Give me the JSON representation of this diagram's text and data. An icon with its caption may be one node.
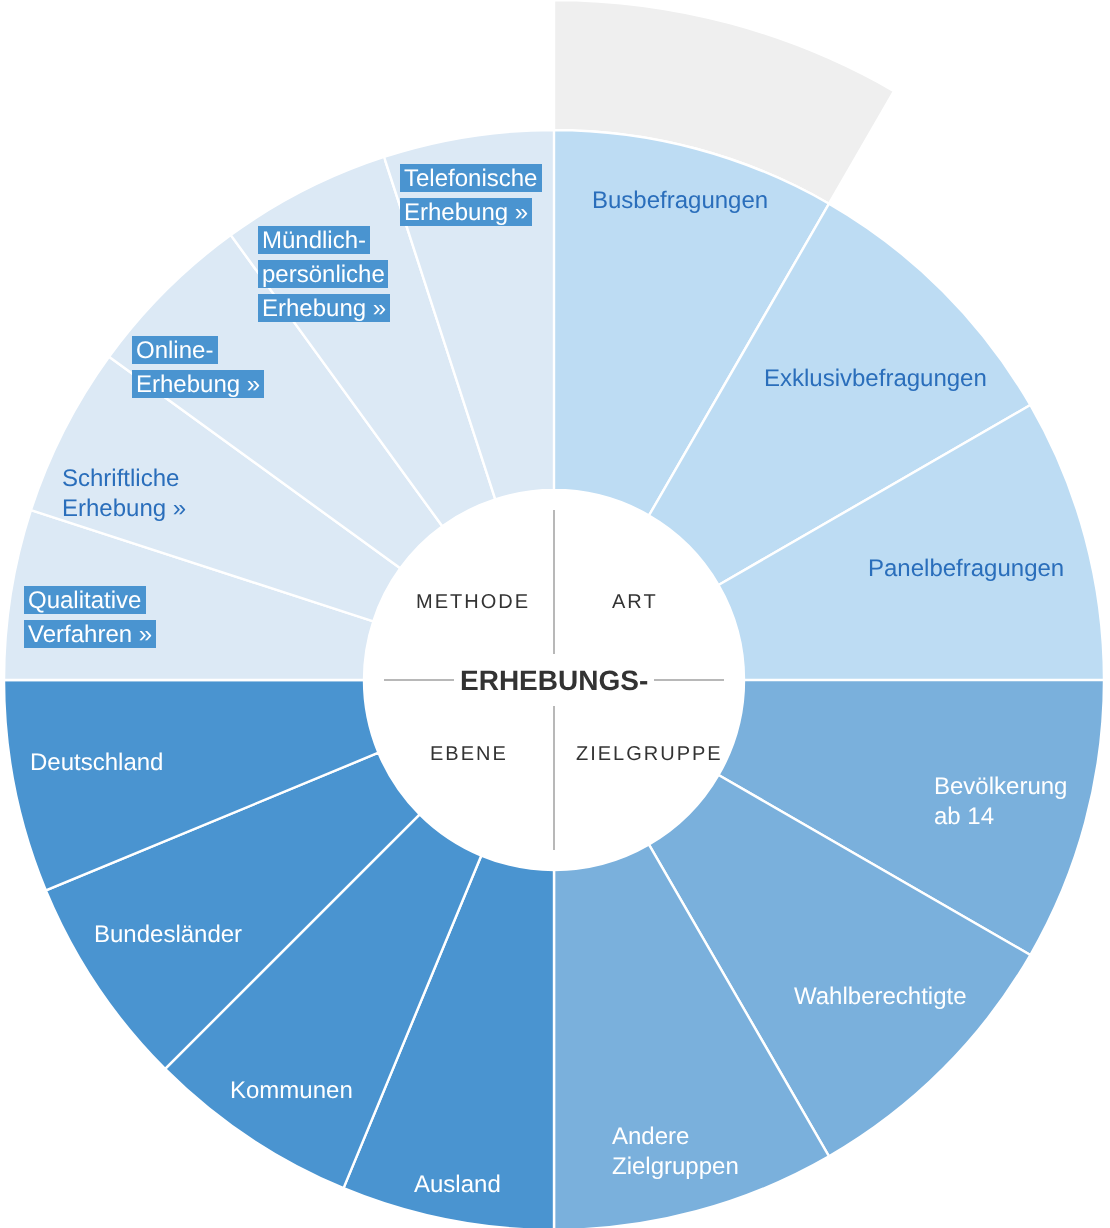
{
  "diagram": {
    "nodes": [
      {
        "text": [
          "METHODE",
          "ART",
          "ERHEBUNGS-",
          "EBENE",
          "ZIELGRUPPE"
        ]
      },
      {
        "text": [],
        "shape": "sector"
      },
      {
        "text": [
          "Busbefragungen"
        ]
      },
      {
        "text": [
          "Exklusivbefragungen"
        ]
      },
      {
        "text": [
          "Panelbefragungen"
        ]
      },
      {
        "text": [
          "Bevölkerung ab 14"
        ]
      },
      {
        "text": [
          "Wahlberechtigte"
        ]
      },
      {
        "text": [
          "Andere Zielgruppen"
        ]
      },
      {
        "text": [
          "Ausland"
        ]
      },
      {
        "text": [
          "Kommunen"
        ]
      },
      {
        "text": [
          "Bundesländer"
        ]
      },
      {
        "text": [
          "Deutschland"
        ]
      },
      {
        "text": [
          "Qualitative Verfahren »"
        ]
      },
      {
        "text": [
          "Schriftliche Erhebung »"
        ]
      },
      {
        "text": [
          "Online-Erhebung »"
        ]
      },
      {
        "text": [
          "Mündlich-persönliche Erhebung »"
        ]
      },
      {
        "text": [
          "Telefonische Erhebung »"
        ]
      }
    ]
  }
}
